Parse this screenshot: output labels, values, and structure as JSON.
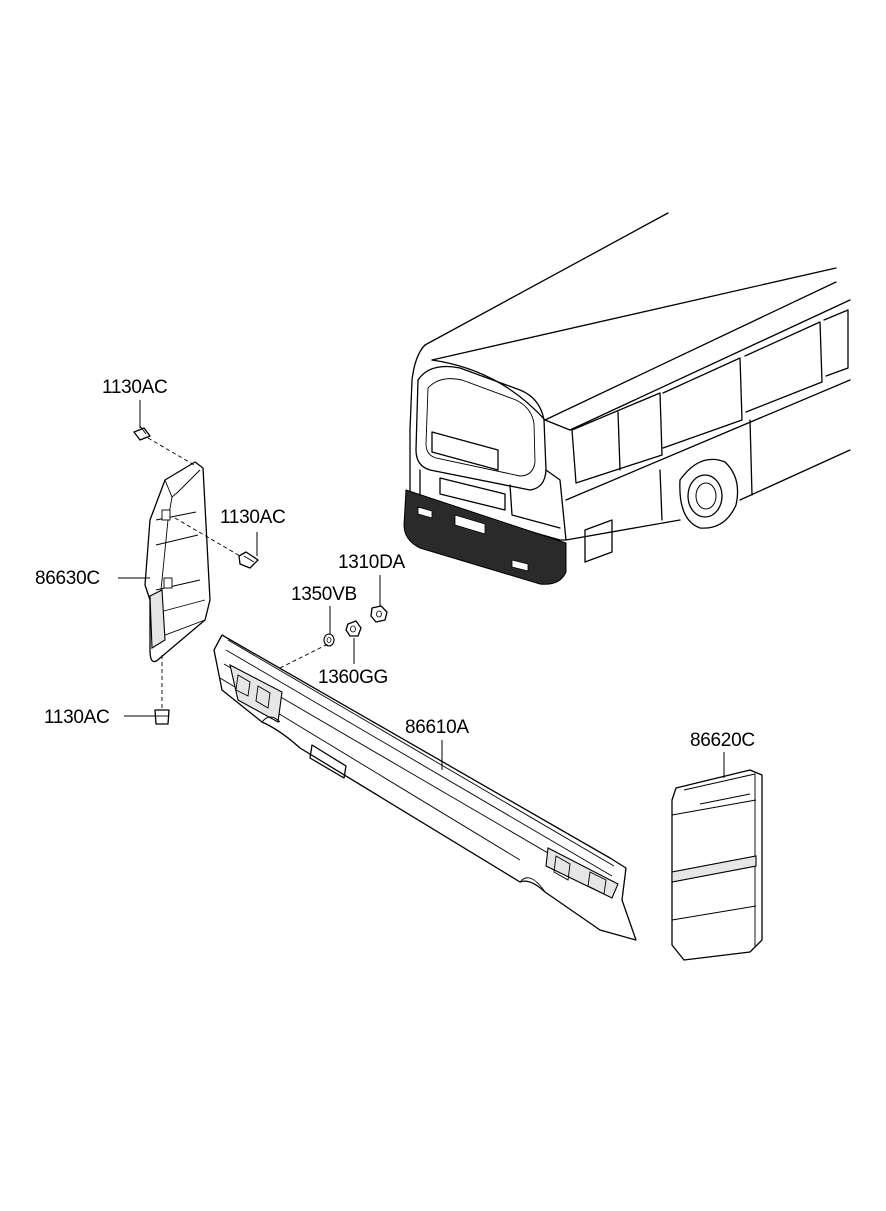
{
  "callouts": {
    "bolt_top": "1130AC",
    "bolt_mid": "1130AC",
    "bolt_bottom": "1130AC",
    "side_piece_left": "86630C",
    "nut_1310": "1310DA",
    "washer_1350": "1350VB",
    "nut_1360": "1360GG",
    "bumper_center": "86610A",
    "side_piece_right": "86620C"
  }
}
